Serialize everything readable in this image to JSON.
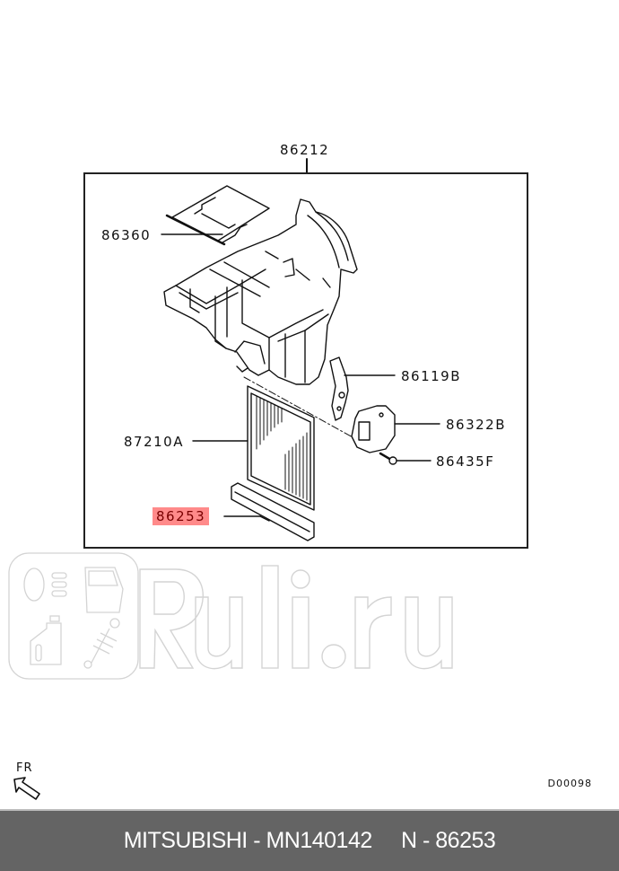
{
  "diagram": {
    "assembly_label": "86212",
    "parts": [
      {
        "id": "86360",
        "label": "86360",
        "highlighted": false
      },
      {
        "id": "86119B",
        "label": "86119B",
        "highlighted": false
      },
      {
        "id": "86322B",
        "label": "86322B",
        "highlighted": false
      },
      {
        "id": "87210A",
        "label": "87210A",
        "highlighted": false
      },
      {
        "id": "86435F",
        "label": "86435F",
        "highlighted": false
      },
      {
        "id": "86253",
        "label": "86253",
        "highlighted": true
      }
    ],
    "highlight_color": "#ff8a8a",
    "direction_indicator": "FR",
    "diagram_code": "D00098"
  },
  "watermark": {
    "text": "Ruli.ru",
    "icons": [
      "headlight-icon",
      "car-door-icon",
      "oil-bottle-icon",
      "shock-absorber-icon"
    ]
  },
  "footer": {
    "text": "MITSUBISHI - MN140142     N - 86253",
    "background": "#646464"
  }
}
